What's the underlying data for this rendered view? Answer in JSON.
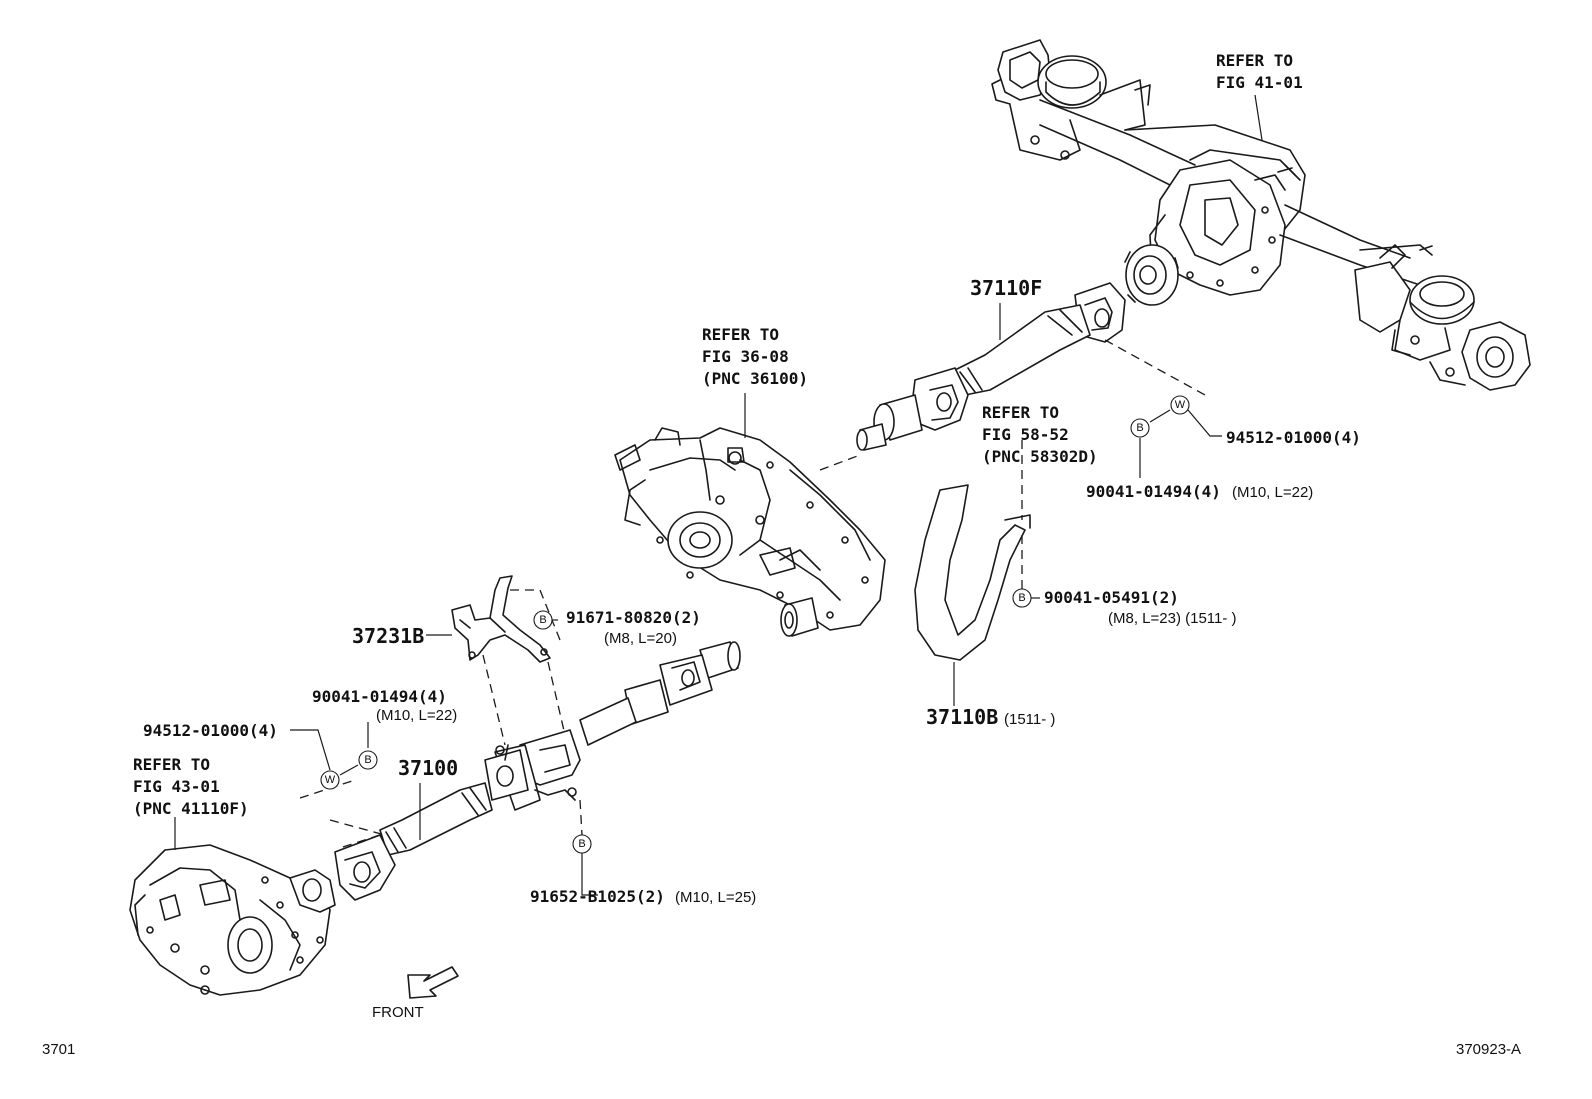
{
  "refs": {
    "rear_axle": [
      "REFER TO",
      "FIG 41-01"
    ],
    "transfer": [
      "REFER TO",
      "FIG 36-08",
      "(PNC 36100)"
    ],
    "fig58": [
      "REFER TO",
      "FIG 58-52",
      "(PNC 58302D)"
    ],
    "front_diff": [
      "REFER TO",
      "FIG 43-01",
      "(PNC 41110F)"
    ]
  },
  "parts": {
    "p37110F": "37110F",
    "p37231B": "37231B",
    "p37100": "37100",
    "p37110B": "37110B",
    "p37110B_note": "(1511-      )"
  },
  "fasteners": {
    "f94512_rear": "94512-01000(4)",
    "f90041_rear": "90041-01494(4)",
    "f90041_rear_spec": "(M10, L=22)",
    "f90041_05491": "90041-05491(2)",
    "f90041_05491_spec": "(M8, L=23) (1511-      )",
    "f91671": "91671-80820(2)",
    "f91671_spec": "(M8, L=20)",
    "f90041_front": "90041-01494(4)",
    "f90041_front_spec": "(M10, L=22)",
    "f94512_front": "94512-01000(4)",
    "f91652": "91652-B1025(2)",
    "f91652_spec": "(M10, L=25)"
  },
  "symbols": {
    "bolt": "B",
    "washer": "W"
  },
  "front_label": "FRONT",
  "footer": {
    "left": "3701",
    "right": "370923-A"
  }
}
